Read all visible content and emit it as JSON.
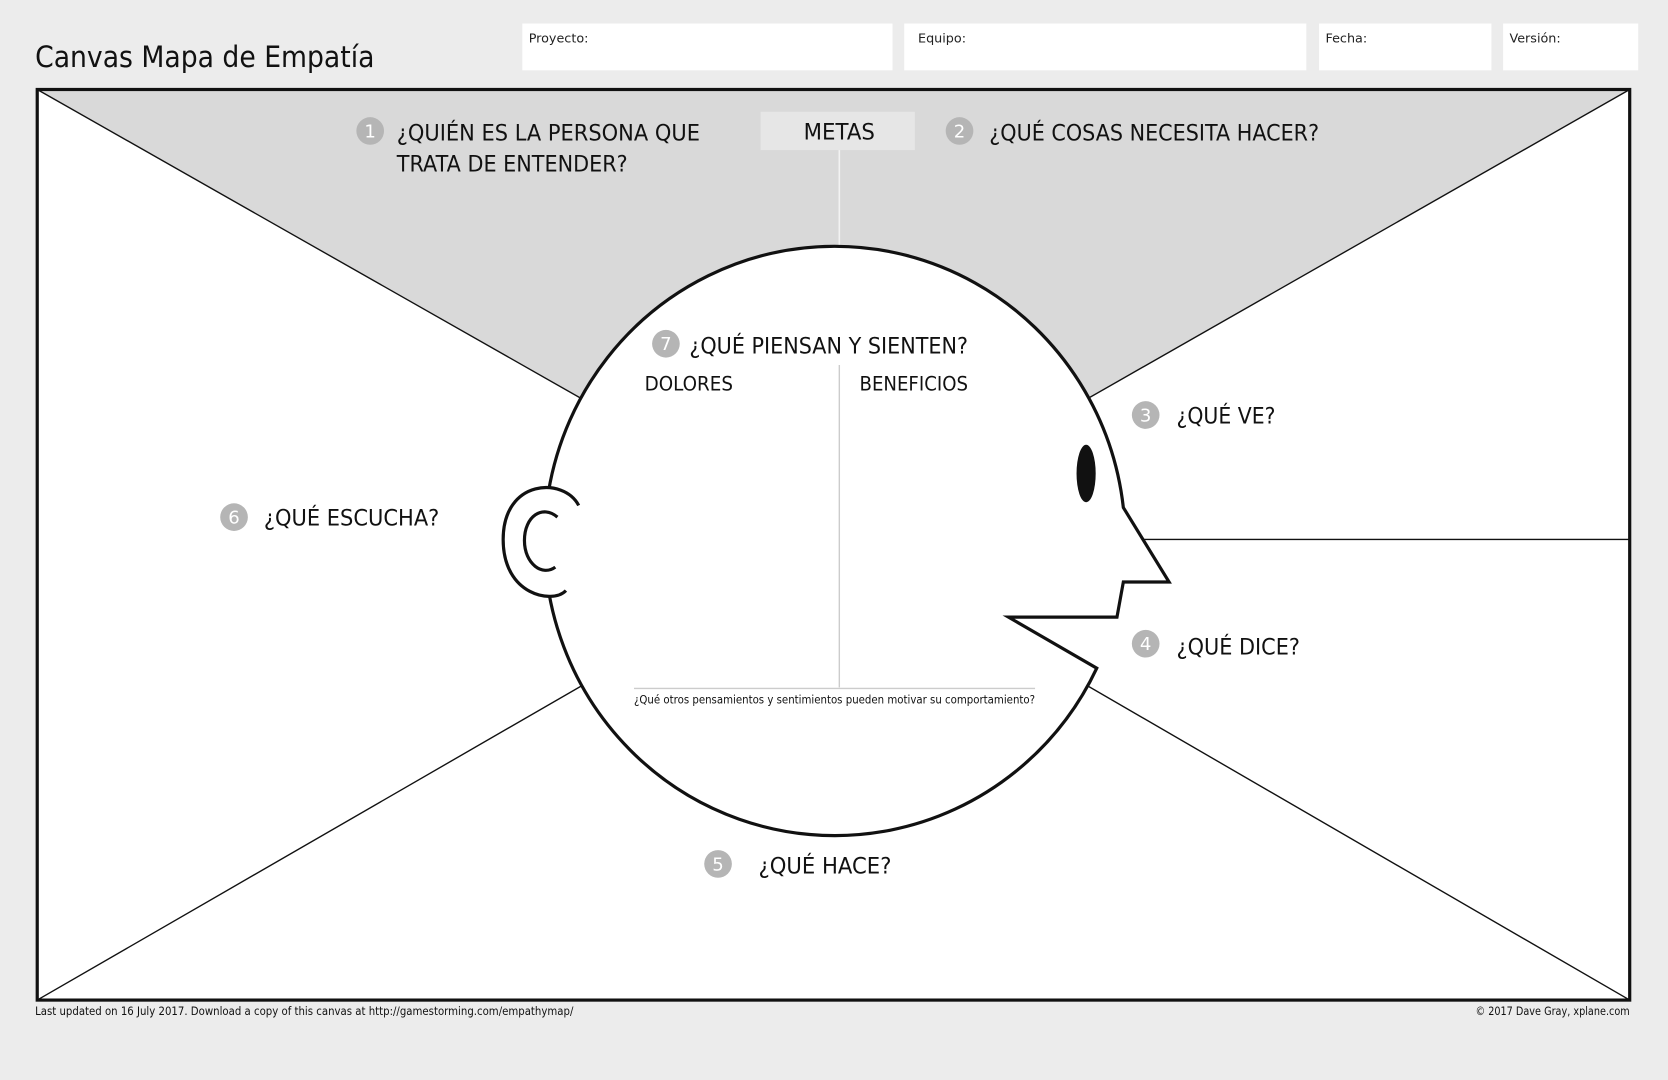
{
  "title": "Canvas Mapa de Empatía",
  "fields": [
    {
      "label": "Proyecto:",
      "value": ""
    },
    {
      "label": "Equipo:",
      "value": ""
    },
    {
      "label": "Fecha:",
      "value": ""
    },
    {
      "label": "Versión:",
      "value": ""
    }
  ],
  "sections": {
    "who": {
      "number": "1",
      "line1": "¿QUIÉN ES LA PERSONA QUE",
      "line2": "TRATA DE ENTENDER?"
    },
    "goals": {
      "label": "METAS"
    },
    "do_need": {
      "number": "2",
      "label": "¿QUÉ COSAS NECESITA HACER?"
    },
    "see": {
      "number": "3",
      "label": "¿QUÉ VE?"
    },
    "say": {
      "number": "4",
      "label": "¿QUÉ DICE?"
    },
    "do": {
      "number": "5",
      "label": "¿QUÉ HACE?"
    },
    "hear": {
      "number": "6",
      "label": "¿QUÉ ESCUCHA?"
    },
    "think_feel": {
      "number": "7",
      "label": "¿QUÉ PIENSAN Y SIENTEN?",
      "pains": "DOLORES",
      "gains": "BENEFICIOS",
      "prompt": "¿Qué otros pensamientos y sentimientos pueden motivar su comportamiento?"
    }
  },
  "footer": {
    "left": "Last updated on 16 July 2017. Download a copy of this canvas at http://gamestorming.com/empathymap/",
    "right": "© 2017 Dave Gray, xplane.com"
  },
  "colors": {
    "background": "#ececec",
    "goals_area": "#d9d9d9",
    "metas_box": "#e6e6e6",
    "number_badge": "#b5b5b5"
  }
}
